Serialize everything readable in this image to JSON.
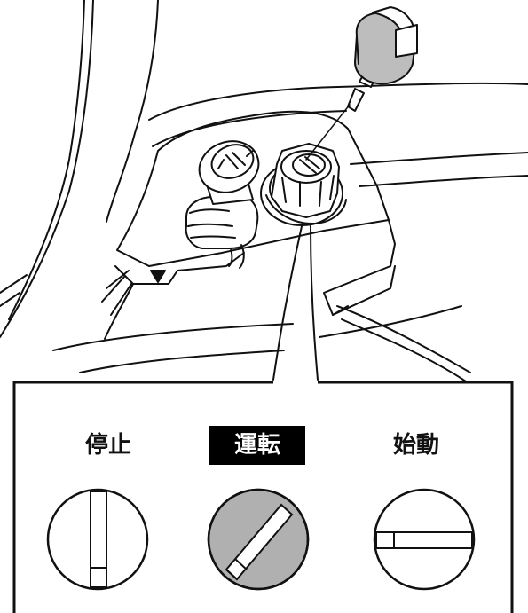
{
  "positions": {
    "stop_label": "停止",
    "run_label": "運転",
    "start_label": "始動"
  },
  "highlight": {
    "selected": "運転",
    "label_background": "#000000",
    "label_text_color": "#ffffff",
    "dial_fill": "#b0b0b0"
  }
}
